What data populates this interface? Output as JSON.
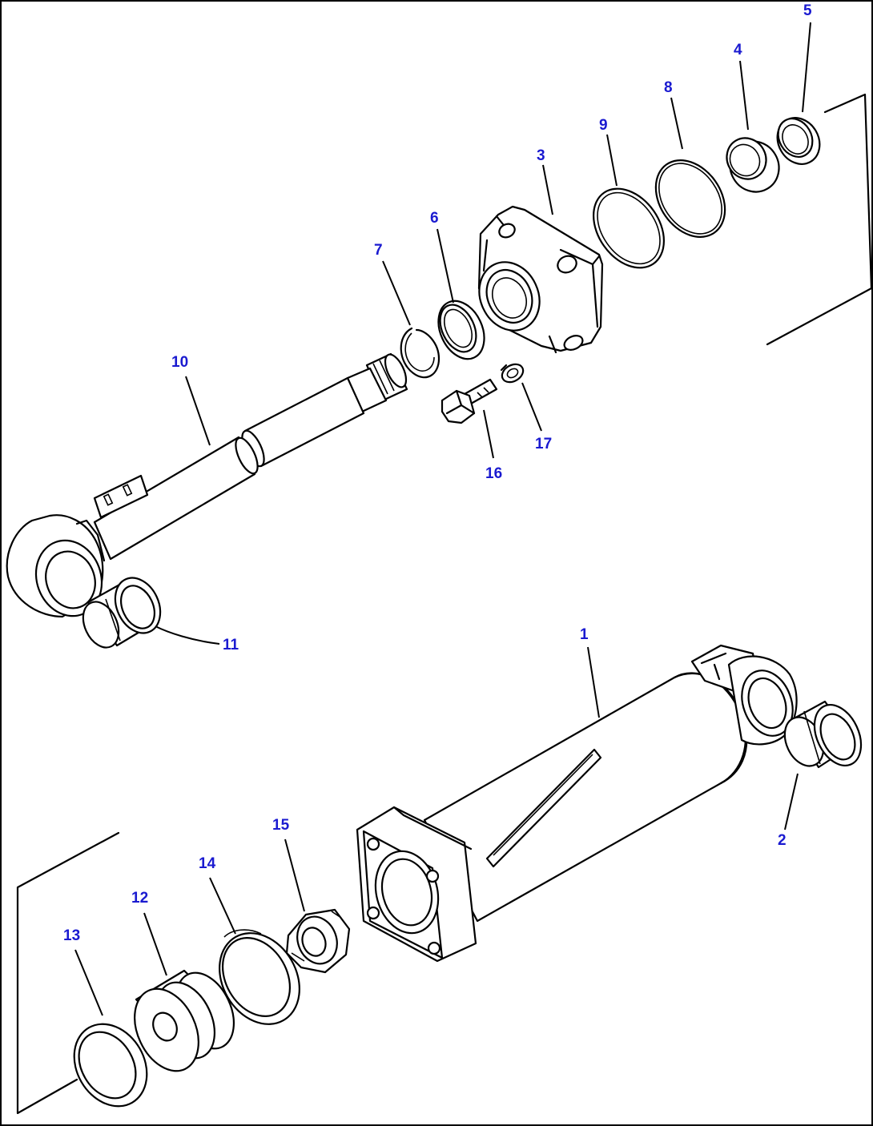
{
  "colors": {
    "line": "#000000",
    "callout": "#1a1ad0",
    "background": "#ffffff"
  },
  "callouts": {
    "c1": "1",
    "c2": "2",
    "c3": "3",
    "c4": "4",
    "c5": "5",
    "c6": "6",
    "c7": "7",
    "c8": "8",
    "c9": "9",
    "c10": "10",
    "c11": "11",
    "c12": "12",
    "c13": "13",
    "c14": "14",
    "c15": "15",
    "c16": "16",
    "c17": "17"
  }
}
